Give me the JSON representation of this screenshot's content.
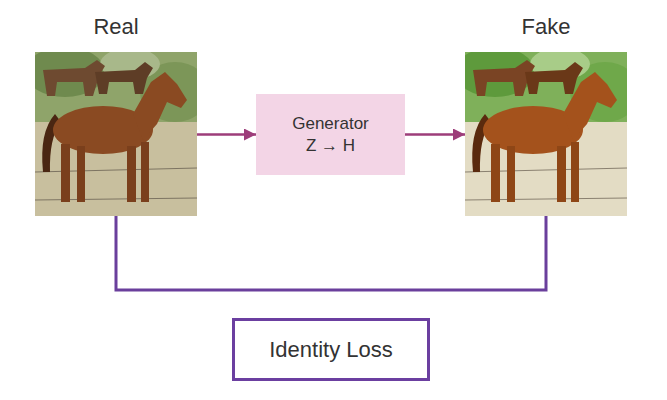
{
  "diagram": {
    "nodes": [
      {
        "text": [
          "Real"
        ]
      },
      {
        "text": [
          "Generator",
          "Z → H"
        ]
      },
      {
        "text": [
          "Fake"
        ]
      },
      {
        "text": [
          "Identity Loss"
        ]
      }
    ],
    "edges": [
      {
        "from": 0,
        "to": 1,
        "arrow": "to"
      },
      {
        "from": 1,
        "to": 2,
        "arrow": "to"
      },
      {
        "from": 0,
        "to": 2,
        "arrow": "none"
      }
    ]
  }
}
